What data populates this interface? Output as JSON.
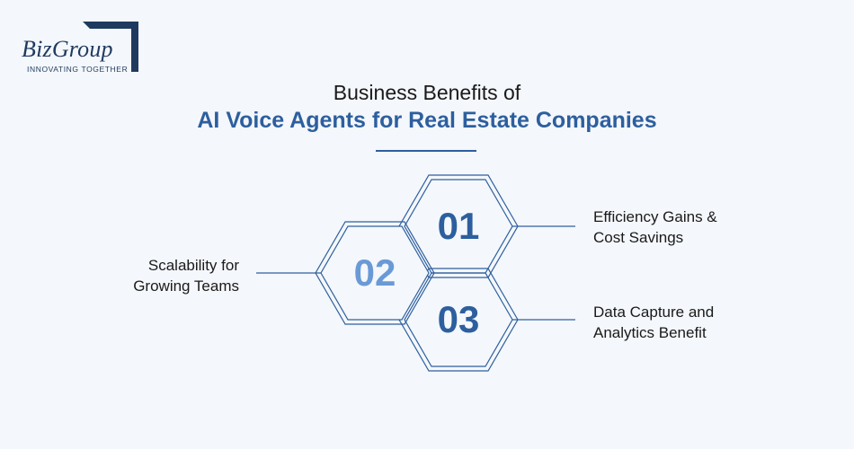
{
  "logo": {
    "brand": "BizGroup",
    "tagline": "INNOVATING TOGETHER"
  },
  "title": {
    "line1": "Business Benefits of",
    "line2": "AI Voice Agents for Real Estate Companies"
  },
  "benefits": [
    {
      "number": "01",
      "label_line1": "Efficiency Gains &",
      "label_line2": "Cost Savings"
    },
    {
      "number": "02",
      "label_line1": "Scalability for",
      "label_line2": "Growing Teams"
    },
    {
      "number": "03",
      "label_line1": "Data Capture and",
      "label_line2": "Analytics Benefit"
    }
  ],
  "colors": {
    "background": "#f4f7fb",
    "accent": "#2d5f9e",
    "accent_light": "#6a9ad6",
    "navy": "#1f3a5f",
    "text": "#1a1a1a"
  }
}
